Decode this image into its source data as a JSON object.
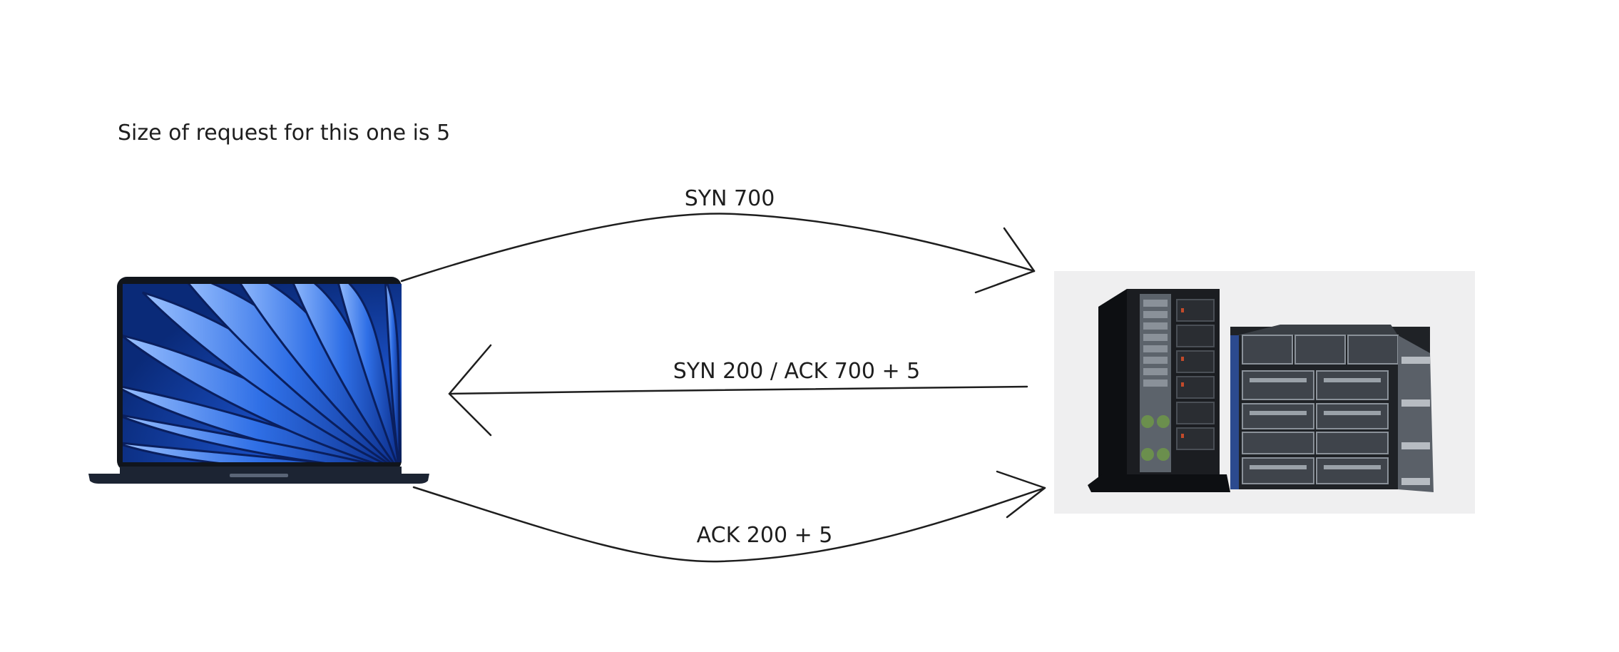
{
  "note": "Size of request for this one is 5",
  "arrows": {
    "syn": "SYN 700",
    "synack": "SYN 200 / ACK 700 + 5",
    "ack": "ACK 200 + 5"
  },
  "colors": {
    "stroke": "#1e1e1e",
    "background": "#ffffff",
    "screen_blue": "#1f5fd6",
    "laptop_body": "#1c2433",
    "server_dark": "#16181b",
    "server_panel": "#3a3f45",
    "server_bg": "#efeff0"
  },
  "icons": {
    "client": "laptop-icon",
    "server": "server-rack-icon"
  }
}
